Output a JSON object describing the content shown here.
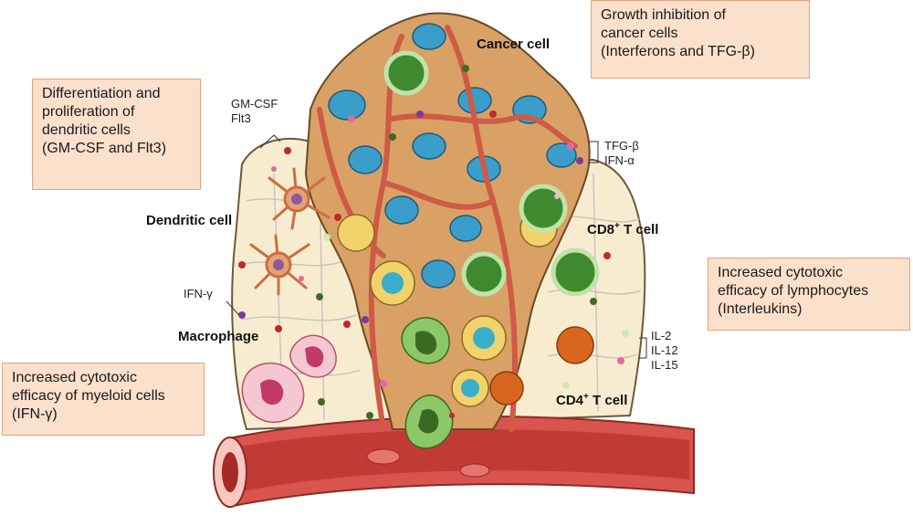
{
  "callouts": {
    "growth": "Growth inhibition of\ncancer cells\n(Interferons and TFG-β)",
    "dendritic": "Differentiation and\nproliferation of\ndendritic cells\n(GM-CSF and Flt3)",
    "lymphocytes": "Increased cytotoxic\nefficacy of lymphocytes\n(Interleukins)",
    "myeloid": "Increased cytotoxic\nefficacy of myeloid cells\n(IFN-γ)"
  },
  "cell_labels": {
    "cancer": "Cancer cell",
    "dendritic": "Dendritic cell",
    "macrophage": "Macrophage",
    "cd8_prefix": "CD8",
    "cd8_sup": "+",
    "cd8_suffix": " T cell",
    "cd4_prefix": "CD4",
    "cd4_sup": "+",
    "cd4_suffix": " T cell"
  },
  "cytokines": {
    "gmcsf_flt3": "GM-CSF\nFlt3",
    "tgf_ifn": "TFG-β\nIFN-α",
    "ifn_gamma": "IFN-γ",
    "interleukins": "IL-2\nIL-12\nIL-15"
  },
  "colors": {
    "callout_fill": "#fbe0cc",
    "callout_border": "#e2a47c",
    "tissue": "#f8ecd0",
    "cancer_cell": "#d9a166",
    "nucleus": "#3a9ecb",
    "vessel": "#d9534f",
    "t_cell_green": "#3f8a2e",
    "t_cell_yellow": "#f2d26a",
    "macrophage": "#e88aa3",
    "dendritic": "#e8a07a"
  }
}
